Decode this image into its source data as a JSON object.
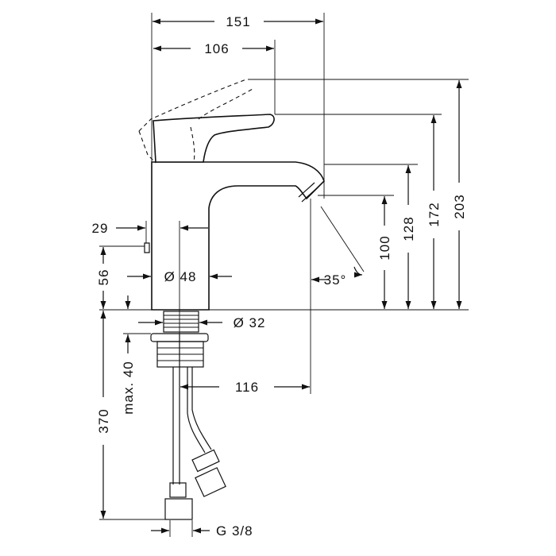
{
  "dimensions": {
    "width_total": "151",
    "width_spout": "106",
    "height_lever_up": "203",
    "height_lever": "172",
    "height_spout": "128",
    "height_outlet": "100",
    "offset_29": "29",
    "height_56": "56",
    "diameter_body": "Ø 48",
    "diameter_thread": "Ø 32",
    "max_40": "max. 40",
    "length_370": "370",
    "reach_116": "116",
    "angle_35": "35°",
    "thread_g": "G 3/8"
  }
}
